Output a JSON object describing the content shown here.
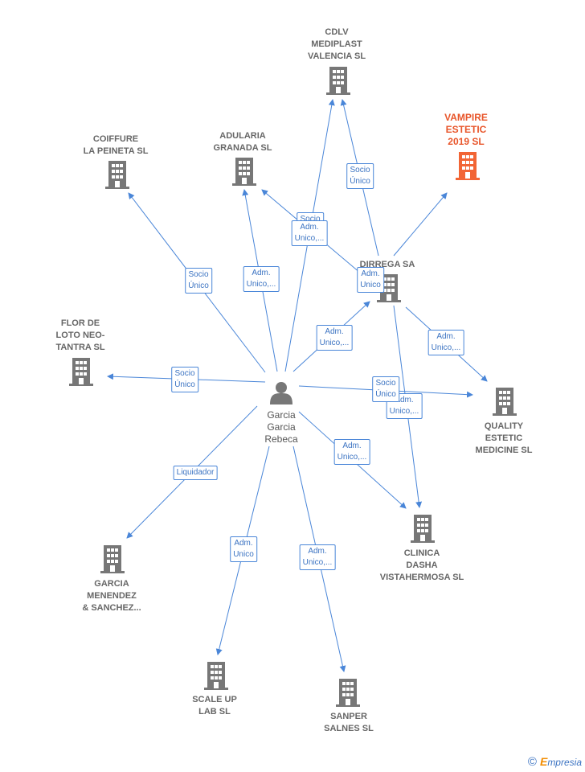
{
  "colors": {
    "edge": "#4a86d8",
    "building": "#777777",
    "highlight": "#f26535",
    "text": "#666666"
  },
  "center": {
    "label": "Garcia\nGarcia\nRebeca",
    "icon": "person-icon"
  },
  "nodes": [
    {
      "id": "cdlv",
      "label": "CDLV\nMEDIPLAST\nVALENCIA  SL",
      "icon": "building-icon"
    },
    {
      "id": "vampire",
      "label": "VAMPIRE\nESTETIC\n2019  SL",
      "icon": "building-icon",
      "highlight": true
    },
    {
      "id": "coiffure",
      "label": "COIFFURE\nLA PEINETA  SL",
      "icon": "building-icon"
    },
    {
      "id": "adularia",
      "label": "ADULARIA\nGRANADA  SL",
      "icon": "building-icon"
    },
    {
      "id": "dirrega",
      "label": "DIRREGA SA",
      "icon": "building-icon"
    },
    {
      "id": "flor",
      "label": "FLOR DE\nLOTO NEO-\nTANTRA  SL",
      "icon": "building-icon"
    },
    {
      "id": "quality",
      "label": "QUALITY\nESTETIC\nMEDICINE  SL",
      "icon": "building-icon"
    },
    {
      "id": "clinica",
      "label": "CLINICA\nDASHA\nVISTAHERMOSA SL",
      "icon": "building-icon"
    },
    {
      "id": "garcia",
      "label": "GARCIA\nMENENDEZ\n& SANCHEZ...",
      "icon": "building-icon"
    },
    {
      "id": "scale",
      "label": "SCALE UP\nLAB  SL",
      "icon": "building-icon"
    },
    {
      "id": "sanper",
      "label": "SANPER\nSALNES SL",
      "icon": "building-icon"
    }
  ],
  "edge_labels": [
    "Socio\nÚnico",
    "Socio\nÚnico",
    "Socio\nÚnico",
    "Adm.\nUnico,...",
    "Adm.\nUnico,...",
    "Adm.\nUnico,...",
    "Adm.\nUnico,...",
    "Socio\nÚnico",
    "Adm.\nUnico,...",
    "Socio\nÚnico",
    "Adm.\nUnico,...",
    "Liquidador",
    "Adm.\nUnico",
    "Adm.\nUnico,...",
    "Adm.\nUnico"
  ],
  "footer": {
    "copyright": "©",
    "brand_first": "E",
    "brand_rest": "mpresia"
  }
}
